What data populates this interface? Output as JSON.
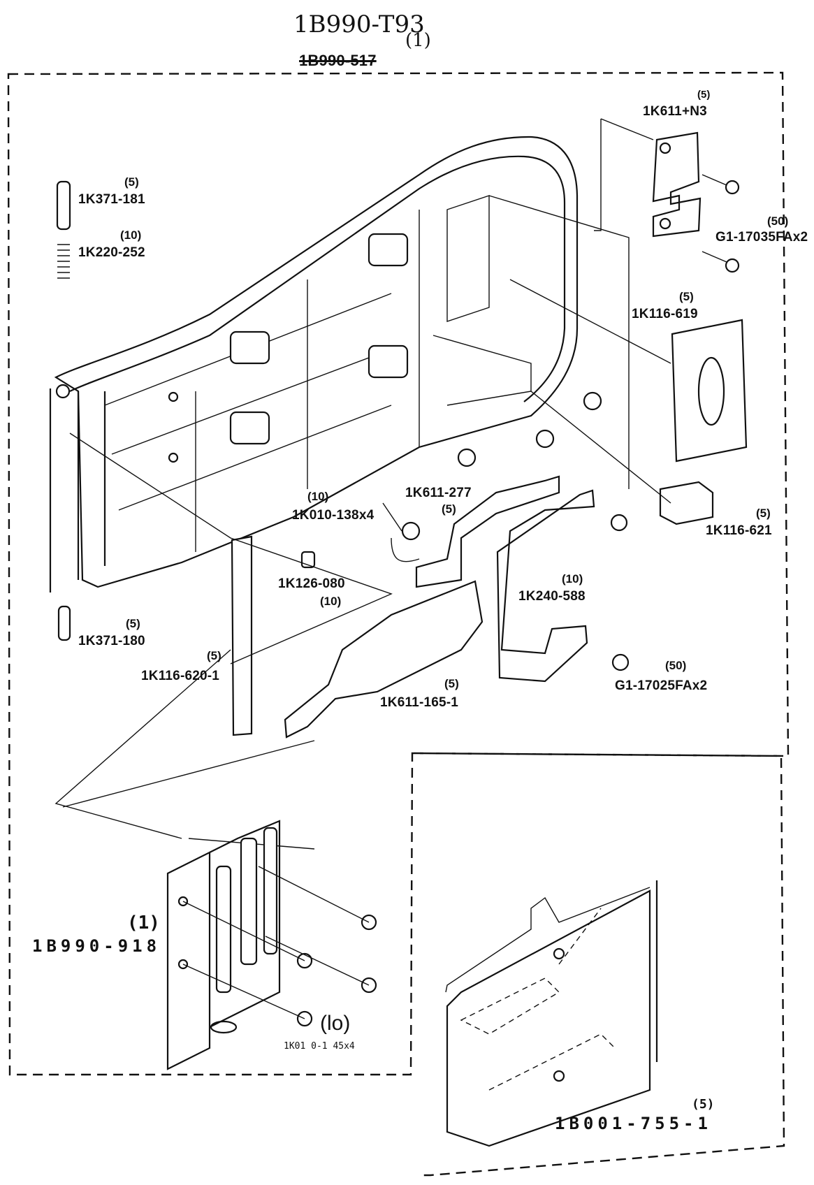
{
  "header": {
    "title": "1B990-T93",
    "title_qty": "(1)",
    "struck_label": "1B990-517"
  },
  "parts": [
    {
      "id": "p1",
      "qty": "(5)",
      "number": "1K611+N3"
    },
    {
      "id": "p2",
      "qty": "(50)",
      "number": "G1-17035FAx2"
    },
    {
      "id": "p3",
      "qty": "(5)",
      "number": "1K371-181"
    },
    {
      "id": "p4",
      "qty": "(10)",
      "number": "1K220-252"
    },
    {
      "id": "p5",
      "qty": "(5)",
      "number": "1K116-619"
    },
    {
      "id": "p6",
      "qty": "(5)",
      "number": "1K611-277"
    },
    {
      "id": "p7",
      "qty": "(10)",
      "number": "1K010-138x4"
    },
    {
      "id": "p8",
      "qty": "(5)",
      "number": "1K116-621"
    },
    {
      "id": "p9",
      "qty": "(10)",
      "number": "1K240-588"
    },
    {
      "id": "p10",
      "qty": "(10)",
      "number": "1K126-080"
    },
    {
      "id": "p11",
      "qty": "(5)",
      "number": "1K371-180"
    },
    {
      "id": "p12",
      "qty": "(5)",
      "number": "1K116-620-1"
    },
    {
      "id": "p13",
      "qty": "(50)",
      "number": "G1-17025FAx2"
    },
    {
      "id": "p14",
      "qty": "(5)",
      "number": "1K611-165-1"
    },
    {
      "id": "p15",
      "qty": "(1)",
      "number": "1B990-918"
    },
    {
      "id": "p16",
      "qty": "(lo)",
      "number": "1K01 0-1 45x4"
    },
    {
      "id": "p17",
      "qty": "(5)",
      "number": "1B001-755-1"
    }
  ]
}
